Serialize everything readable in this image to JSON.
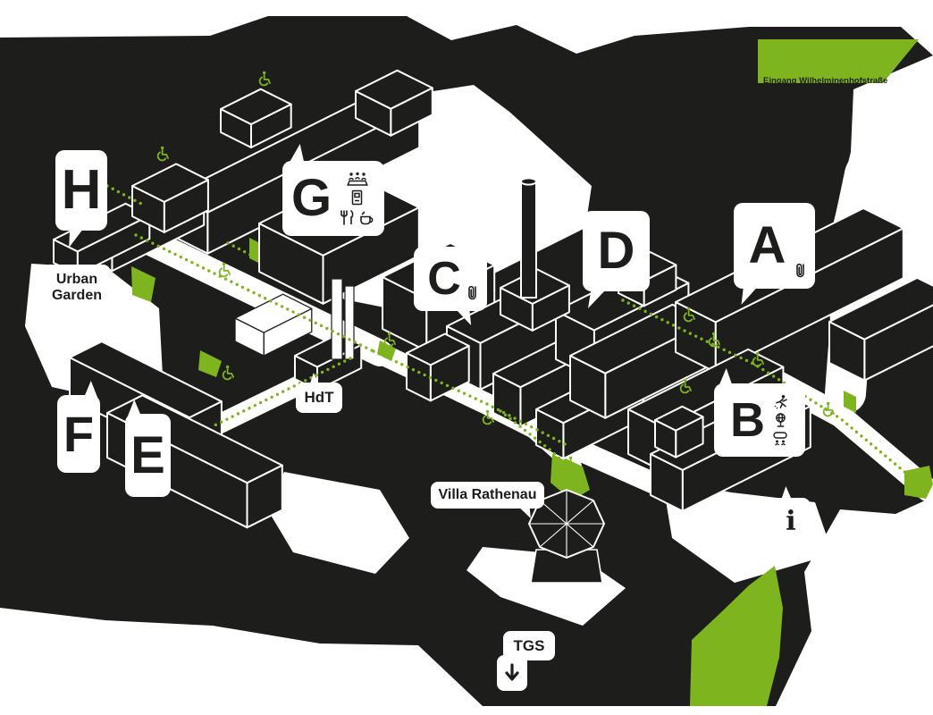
{
  "map": {
    "colors": {
      "background": "#1d1d1b",
      "accent_green": "#7eb51e",
      "surface_white": "#ffffff",
      "text_dark": "#1d1d1b"
    },
    "street_banner": {
      "text": "Eingang Wilhelminenhofstraße"
    },
    "building_labels": [
      {
        "id": "H",
        "icons": []
      },
      {
        "id": "G",
        "icons": [
          "audience-icon",
          "vending-machine-icon",
          "cutlery-icon",
          "coffee-cup-icon"
        ]
      },
      {
        "id": "C",
        "icons": [
          "paperclip-icon"
        ]
      },
      {
        "id": "D",
        "icons": []
      },
      {
        "id": "A",
        "icons": [
          "paperclip-icon"
        ]
      },
      {
        "id": "B",
        "icons": [
          "sports-icon",
          "globe-icon",
          "meeting-table-icon"
        ]
      },
      {
        "id": "F",
        "icons": []
      },
      {
        "id": "E",
        "icons": []
      }
    ],
    "place_labels": {
      "urban_garden": {
        "line1": "Urban",
        "line2": "Garden"
      },
      "hdt": {
        "text": "HdT"
      },
      "villa_rathenau": {
        "text": "Villa Rathenau"
      },
      "tgs": {
        "text": "TGS",
        "arrow_icon": "down-arrow"
      },
      "info": {
        "text": "i"
      }
    },
    "route_markers": {
      "accessibility_icon": "wheelchair",
      "route_style": "green-dotted"
    }
  }
}
